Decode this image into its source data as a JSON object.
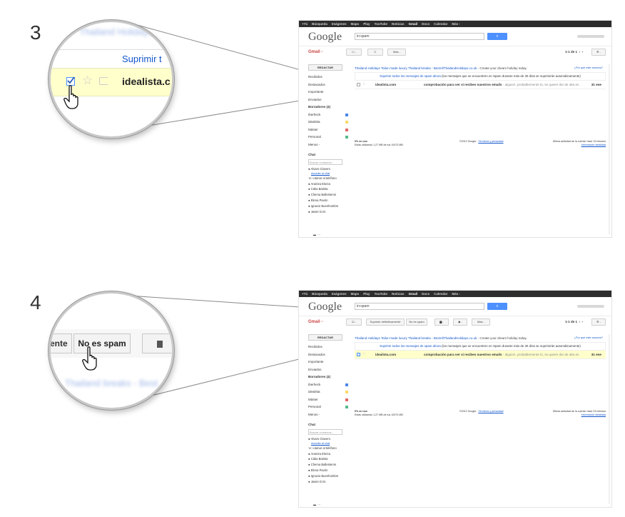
{
  "steps": {
    "three": "3",
    "four": "4"
  },
  "magnifier3": {
    "blur_top": "Thailand Holidays",
    "link": "Suprimir t",
    "sender": "idealista.c"
  },
  "magnifier4": {
    "left_fragment": "ente",
    "button": "No es spam",
    "blur_bottom": "Thailand breaks - Best"
  },
  "gbar_items": [
    "+Tú",
    "Búsqueda",
    "Imágenes",
    "Maps",
    "Play",
    "YouTube",
    "Noticias",
    "Gmail",
    "Docs",
    "Calendar",
    "Más -"
  ],
  "search": {
    "query": "in:spam",
    "logo": "Google"
  },
  "toolbar": {
    "gmail_label": "Gmail -",
    "refresh": "C",
    "more": "Más -",
    "pager": "1-1 de 1",
    "delete_forever": "Suprimir definitivamente",
    "not_spam": "No es spam",
    "folder": "▆ -",
    "label": "◆ -"
  },
  "sidebar": {
    "compose": "REDACTAR",
    "items": [
      "Recibidos",
      "Destacados",
      "Importante",
      "Enviados"
    ],
    "drafts": "Borradores (4)",
    "labels": [
      "Iberheck",
      "idealista",
      "Máster",
      "Personal"
    ],
    "less": "Menos -",
    "chat": "Chat",
    "chat_search": "Buscar contactos...",
    "contacts": [
      "Alvaro Clavero",
      "Llamar al teléfono",
      "Arantza Elorza",
      "Cátia Batista",
      "Chema Ballesteros",
      "Elena Pavón",
      "Ignacio Buenhombre",
      "Javier D.M."
    ],
    "invite": "Acceder al chat"
  },
  "ad": {
    "link": "Thailand Holidays Tailor-made luxury Thailand breaks - BestAllThailandHolidays.co.uk",
    "rest": " - Create your dream holiday today.",
    "why": "¿Por qué este anuncio?"
  },
  "notice": {
    "link": "Suprimir todos los mensajes de spam ahora",
    "rest": " (los mensajes que se encuentren en Spam durante más de 30 días se suprimirán automáticamente)"
  },
  "mail": {
    "sender": "idealista.com",
    "subject": "comprobación para ver si recibes nuestros emails",
    "snippet": " - alguien, probablemente tú, se quiere dar de alta en",
    "date": "31 ene"
  },
  "footer": {
    "usage": "0% en uso",
    "usage_detail": "Estás utilizando 1,27 MB de tus 10073 MB",
    "copyright": "©2012 Google - ",
    "terms": "Términos y privacidad",
    "activity": "Última actividad de la cuenta: hace 19 minutos",
    "activity2": "Última actividad de la cuenta: hace 23 minutos",
    "details": "Información detallada"
  },
  "colors": {
    "gbar": "#2d2d2d",
    "search_button": "#4d90fe",
    "selected_row": "#ffffcc",
    "label_iberheck": "#4a86e8",
    "label_idealista": "#ffd966",
    "label_master": "#e06666",
    "label_personal": "#57bb8a"
  }
}
